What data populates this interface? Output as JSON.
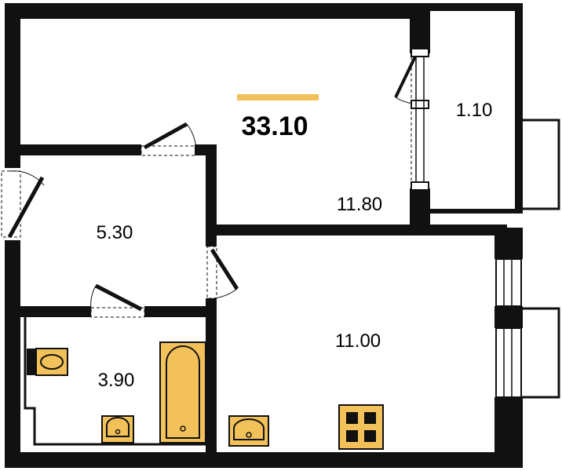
{
  "plan": {
    "total_area": "33.10",
    "rooms": {
      "living_room": "11.80",
      "balcony": "1.10",
      "hallway": "5.30",
      "kitchen": "11.00",
      "bathroom": "3.90"
    },
    "colors": {
      "wall": "#111111",
      "fixture_fill": "#F2C15A",
      "accent_bar": "#F2C15A",
      "background": "#FFFFFF"
    },
    "icons": [
      "toilet-icon",
      "bathtub-icon",
      "bathroom-sink-icon",
      "kitchen-sink-icon",
      "stove-icon"
    ]
  }
}
